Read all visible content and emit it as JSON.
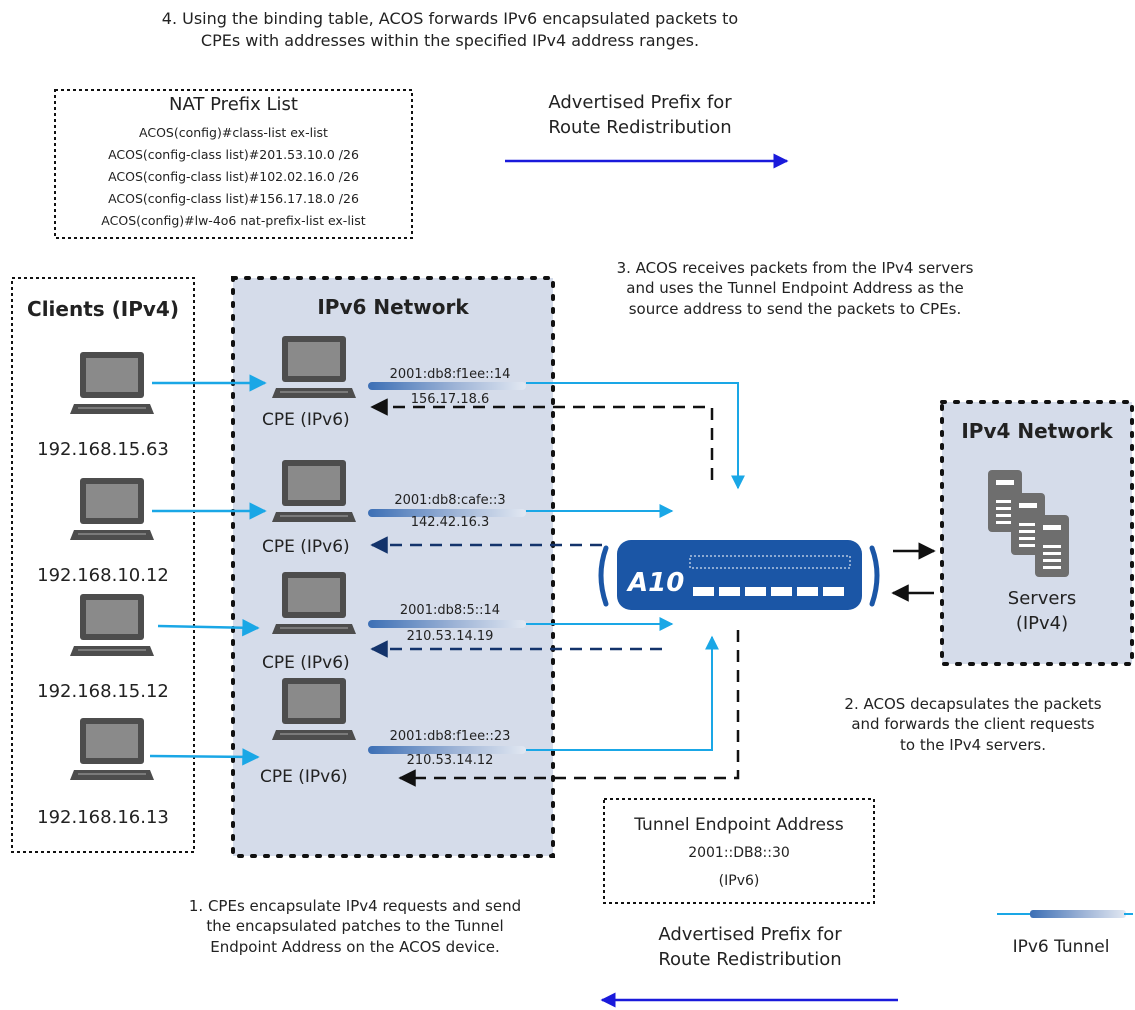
{
  "steps": {
    "step4": "4. Using the binding table, ACOS forwards IPv6 encapsulated packets to\nCPEs with addresses within the specified IPv4 address ranges.",
    "step3": "3. ACOS receives packets from the IPv4 servers\nand uses the Tunnel Endpoint Address as the\nsource address to send the packets to CPEs.",
    "step2": "2. ACOS decapsulates the packets\nand forwards the client requests\nto the IPv4 servers.",
    "step1": "1. CPEs encapsulate IPv4 requests and send\nthe encapsulated patches to the Tunnel\nEndpoint Address on the ACOS device."
  },
  "nat_prefix_list": {
    "title": "NAT Prefix List",
    "lines": [
      "ACOS(config)#class-list ex-list",
      "ACOS(config-class list)#201.53.10.0 /26",
      "ACOS(config-class list)#102.02.16.0 /26",
      "ACOS(config-class list)#156.17.18.0 /26",
      "ACOS(config)#lw-4o6 nat-prefix-list ex-list"
    ]
  },
  "advertised_top": "Advertised Prefix for\nRoute Redistribution",
  "advertised_bottom": "Advertised Prefix for\nRoute Redistribution",
  "clients": {
    "title": "Clients (IPv4)",
    "items": [
      "192.168.15.63",
      "192.168.10.12",
      "192.168.15.12",
      "192.168.16.13"
    ]
  },
  "ipv6_network": {
    "title": "IPv6 Network",
    "cpe_label": "CPE (IPv6)",
    "tunnels": [
      {
        "ipv6": "2001:db8:f1ee::14",
        "ipv4": "156.17.18.6"
      },
      {
        "ipv6": "2001:db8:cafe::3",
        "ipv4": "142.42.16.3"
      },
      {
        "ipv6": "2001:db8:5::14",
        "ipv4": "210.53.14.19"
      },
      {
        "ipv6": "2001:db8:f1ee::23",
        "ipv4": "210.53.14.12"
      }
    ]
  },
  "ipv4_network": {
    "title": "IPv4 Network",
    "servers_label": "Servers\n(IPv4)"
  },
  "device": {
    "logo": "A10"
  },
  "tunnel_endpoint": {
    "title": "Tunnel Endpoint Address",
    "address": "2001::DB8::30",
    "family": "(IPv6)"
  },
  "legend": {
    "ipv6_tunnel": "IPv6 Tunnel"
  },
  "colors": {
    "cyan_arrow": "#1aa7e6",
    "navy_arrow": "#13336b",
    "prefix_arrow": "#1a1adb",
    "network_fill": "#d5dcea",
    "device_blue": "#1b56a6"
  }
}
